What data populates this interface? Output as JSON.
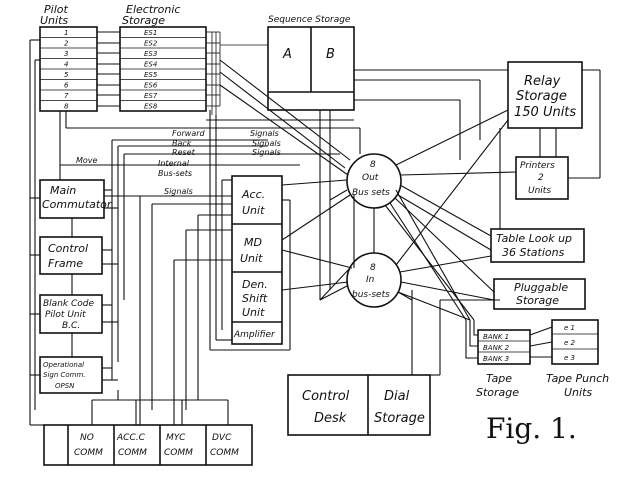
{
  "blocks": {
    "pilot_units": {
      "title_1": "Pilot",
      "title_2": "Units",
      "rows": [
        "1",
        "2",
        "3",
        "4",
        "5",
        "6",
        "7",
        "8"
      ]
    },
    "electronic_storage": {
      "title_1": "Electronic",
      "title_2": "Storage",
      "rows": [
        "ES1",
        "ES2",
        "ES3",
        "ES4",
        "ES5",
        "ES6",
        "ES7",
        "ES8"
      ]
    },
    "sequence_storage": {
      "title": "Sequence Storage",
      "a": "A",
      "b": "B"
    },
    "relay_storage": {
      "line_1": "Relay",
      "line_2": "Storage",
      "line_3": "150 Units"
    },
    "printers": {
      "line_1": "Printers",
      "line_2": "2",
      "line_3": "Units"
    },
    "table_lookup": {
      "line_1": "Table Look up",
      "line_2": "36 Stations"
    },
    "pluggable_storage": {
      "line_1": "Pluggable",
      "line_2": "Storage"
    },
    "out_bus": {
      "line_1": "8",
      "line_2": "Out",
      "line_3": "Bus sets"
    },
    "in_bus": {
      "line_1": "8",
      "line_2": "In",
      "line_3": "bus-sets"
    },
    "main_commutator": {
      "line_1": "Main",
      "line_2": "Commutator"
    },
    "control_frame": {
      "line_1": "Control",
      "line_2": "Frame"
    },
    "blank_code": {
      "line_1": "Blank Code",
      "line_2": "Pilot Unit",
      "line_3": "B.C."
    },
    "operational_sign": {
      "line_1": "Operational",
      "line_2": "Sign Comm.",
      "line_3": "OPSN"
    },
    "acc_unit": {
      "line_1": "Acc.",
      "line_2": "Unit"
    },
    "md_unit": {
      "line_1": "MD",
      "line_2": "Unit"
    },
    "den_shift": {
      "line_1": "Den.",
      "line_2": "Shift",
      "line_3": "Unit"
    },
    "amplifier": {
      "label": "Amplifier"
    },
    "comm_row": [
      {
        "line_1": "NO",
        "line_2": "COMM"
      },
      {
        "line_1": "ACC.C",
        "line_2": "COMM"
      },
      {
        "line_1": "MYC",
        "line_2": "COMM"
      },
      {
        "line_1": "DVC",
        "line_2": "COMM"
      }
    ],
    "control_desk": {
      "line_1": "Control",
      "line_2": "Desk"
    },
    "dial_storage": {
      "line_1": "Dial",
      "line_2": "Storage"
    },
    "tape_storage": {
      "banks": [
        "BANK 1",
        "BANK 2",
        "BANK 3"
      ],
      "line_1": "Tape",
      "line_2": "Storage"
    },
    "tape_punch": {
      "units": [
        "e 1",
        "e 2",
        "e 3"
      ],
      "line_1": "Tape Punch",
      "line_2": "Units"
    }
  },
  "labels": {
    "forward": "Forward",
    "back": "Back",
    "reset": "Reset",
    "signals_1": "Signals",
    "signals_2": "Signals",
    "signals_3": "Signals",
    "move": "Move",
    "internal_1": "Internal",
    "internal_2": "Bus-sets",
    "signals_left": "Signals"
  },
  "figure_caption": "Fig. 1."
}
